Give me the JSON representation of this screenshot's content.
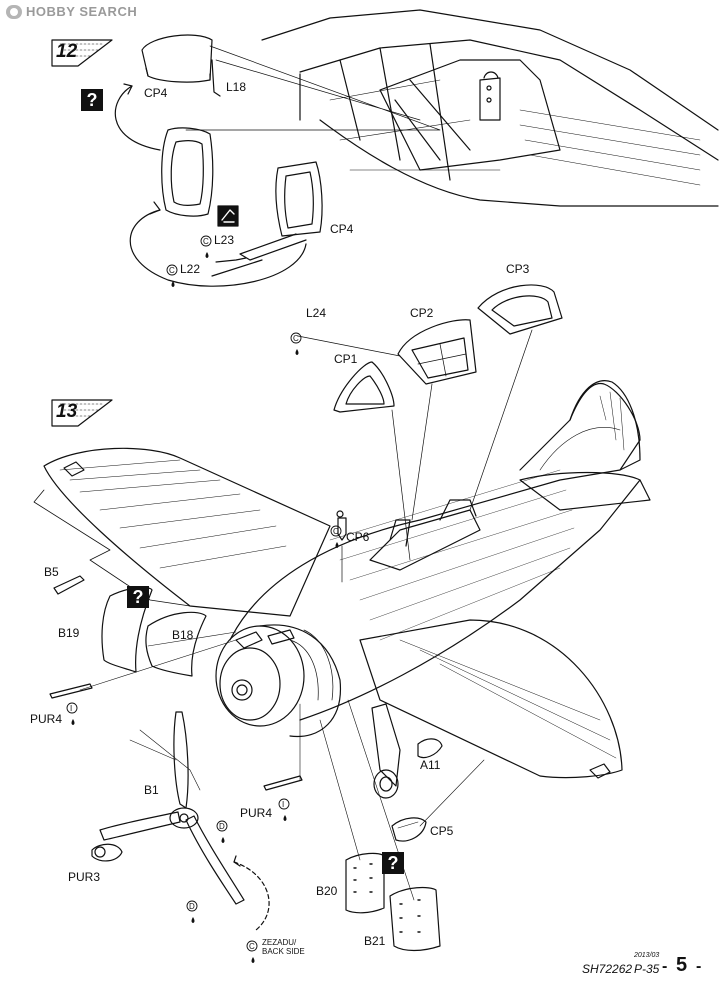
{
  "watermark": {
    "text": "HOBBY SEARCH"
  },
  "steps": [
    {
      "number": "12"
    },
    {
      "number": "13"
    }
  ],
  "step12": {
    "labels": {
      "cp4_top": "CP4",
      "l18": "L18",
      "cp4_right": "CP4",
      "l23": "L23",
      "l22": "L22"
    },
    "symbols": {
      "l23_circle": "C",
      "l22_circle": "C",
      "question": "?"
    }
  },
  "step13": {
    "labels": {
      "cp3": "CP3",
      "l24": "L24",
      "cp2": "CP2",
      "cp1": "CP1",
      "cp6": "CP6",
      "b5": "B5",
      "b19": "B19",
      "b18": "B18",
      "pur4_left": "PUR4",
      "a11": "A11",
      "b1": "B1",
      "pur4_bottom": "PUR4",
      "cp5": "CP5",
      "pur3": "PUR3",
      "b20": "B20",
      "b21": "B21"
    },
    "symbols": {
      "l24_circle": "C",
      "cp6_circle": "C",
      "pur4_left_circle": "I",
      "pur4_bottom_circle": "I",
      "b1_circle": "D",
      "prop_circle": "D",
      "zezadu_circle": "C",
      "question": "?"
    },
    "note": {
      "line1": "ZEZADU/",
      "line2": "BACK SIDE"
    }
  },
  "footer": {
    "code": "SH72262",
    "date": "2013/03",
    "model": "P-35",
    "dash": "-",
    "page": "5",
    "dash2": "-"
  },
  "colors": {
    "ink": "#111111",
    "watermark": "#9a9a9a",
    "paper": "#ffffff"
  }
}
